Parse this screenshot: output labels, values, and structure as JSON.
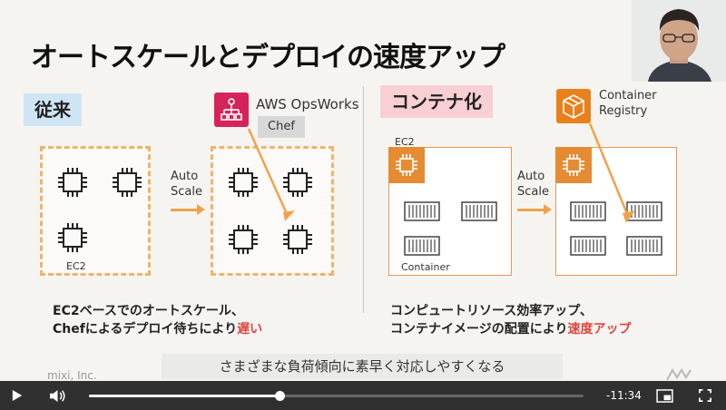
{
  "slide": {
    "title": "オートスケールとデプロイの速度アップ",
    "left": {
      "tag": "従来",
      "ec2_label": "EC2",
      "auto_scale": "Auto\nScale",
      "opsworks_label": "AWS OpsWorks",
      "chef_label": "Chef",
      "caption_line1": "EC2ベースでのオートスケール、",
      "caption_line2_prefix": "Chefによるデプロイ待ちにより",
      "caption_line2_highlight": "遅い"
    },
    "right": {
      "tag": "コンテナ化",
      "ec2_label": "EC2",
      "container_label": "Container",
      "auto_scale": "Auto\nScale",
      "registry_label": "Container\nRegistry",
      "caption_line1": "コンピュートリソース効率アップ、",
      "caption_line2_prefix": "コンテナイメージの配置により",
      "caption_line2_highlight": "速度アップ"
    },
    "company": "mixi, Inc.",
    "colors": {
      "accent_orange": "#f0a24a",
      "highlight_red": "#e0453f",
      "opsworks_pink": "#d6245b",
      "registry_orange": "#e9801b"
    }
  },
  "subtitle": "さまざまな負荷傾向に素早く対応しやすくなる",
  "player": {
    "progress": 0.385,
    "time_remaining": "-11:34",
    "icons": {
      "play": "play-icon",
      "volume": "volume-icon",
      "pip": "picture-in-picture-icon",
      "fullscreen": "fullscreen-icon"
    }
  }
}
